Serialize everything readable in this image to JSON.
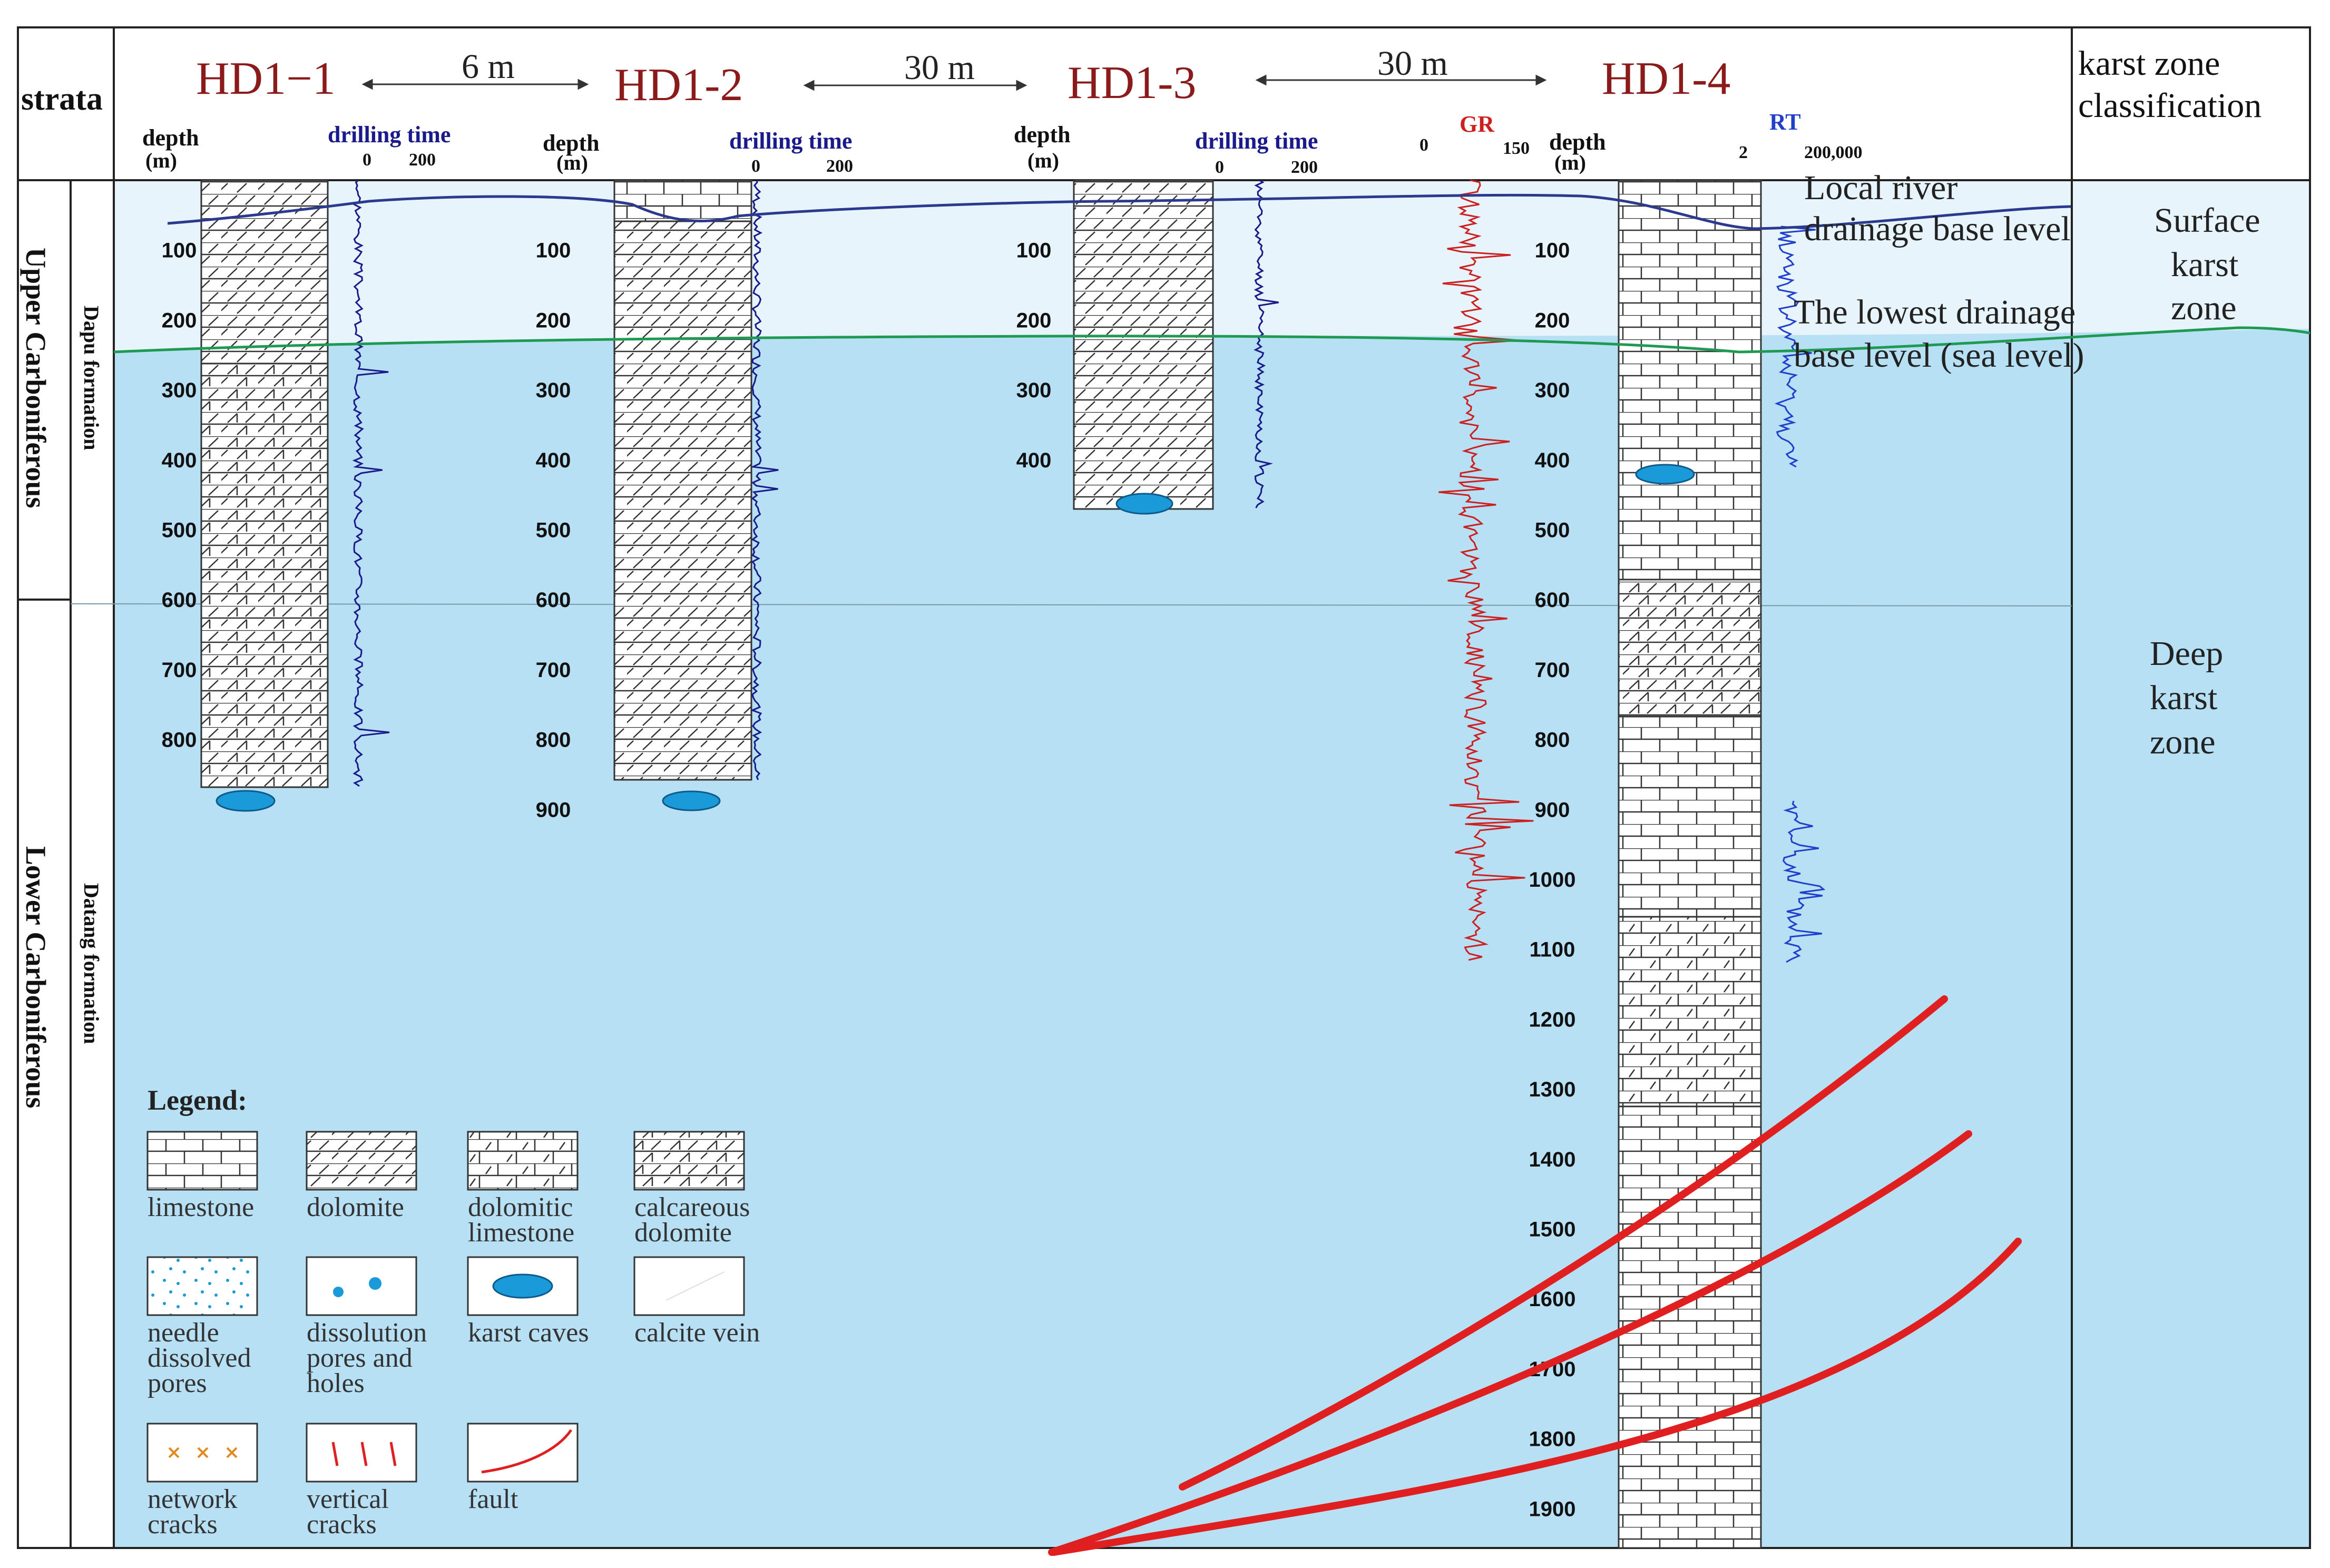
{
  "header": {
    "strata_label": "strata",
    "karst_label": [
      "karst zone",
      "classification"
    ]
  },
  "wells": [
    {
      "name": "HD1−1",
      "depth_label": [
        "depth",
        "(m)"
      ],
      "log_title": "drilling time",
      "log_scale": [
        "0",
        "200"
      ],
      "depth_ticks": [
        "100",
        "200",
        "300",
        "400",
        "500",
        "600",
        "700",
        "800"
      ]
    },
    {
      "name": "HD1-2",
      "depth_label": [
        "depth",
        "(m)"
      ],
      "log_title": "drilling time",
      "log_scale": [
        "0",
        "200"
      ],
      "depth_ticks": [
        "100",
        "200",
        "300",
        "400",
        "500",
        "600",
        "700",
        "800",
        "900"
      ]
    },
    {
      "name": "HD1-3",
      "depth_label": [
        "depth",
        "(m)"
      ],
      "log_title": "drilling time",
      "log_scale": [
        "0",
        "200"
      ],
      "depth_ticks": [
        "100",
        "200",
        "300",
        "400"
      ]
    },
    {
      "name": "HD1-4",
      "depth_label": [
        "depth",
        "(m)"
      ],
      "gr_title": "GR",
      "gr_scale": [
        "0",
        "150"
      ],
      "rt_title": "RT",
      "rt_scale": [
        "2",
        "200,000"
      ],
      "depth_ticks": [
        "100",
        "200",
        "300",
        "400",
        "500",
        "600",
        "700",
        "800",
        "900",
        "1000",
        "1100",
        "1200",
        "1300",
        "1400",
        "1500",
        "1600",
        "1700",
        "1800",
        "1900"
      ]
    }
  ],
  "spacings": [
    "6 m",
    "30 m",
    "30 m"
  ],
  "strata": {
    "upper": "Upper Carboniferous",
    "lower": "Lower Carboniferous",
    "dapu": "Dapu formation",
    "datang": "Datang formation"
  },
  "annotations": {
    "river_base": [
      "Local  river",
      "drainage base level"
    ],
    "sea_level": [
      "The lowest drainage",
      "base level (sea level)"
    ]
  },
  "zones": {
    "surface": [
      "Surface",
      "karst",
      "zone"
    ],
    "deep": [
      "Deep",
      "karst",
      "zone"
    ]
  },
  "legend": {
    "title": "Legend:",
    "items": [
      {
        "key": "limestone",
        "label": [
          "limestone"
        ]
      },
      {
        "key": "dolomite",
        "label": [
          "dolomite"
        ]
      },
      {
        "key": "dolomitic-limestone",
        "label": [
          "dolomitic",
          "limestone"
        ]
      },
      {
        "key": "calcareous-dolomite",
        "label": [
          "calcareous",
          "dolomite"
        ]
      },
      {
        "key": "needle-pores",
        "label": [
          "needle",
          "dissolved",
          "pores"
        ]
      },
      {
        "key": "dissolution-pores",
        "label": [
          "dissolution",
          "pores and",
          " holes"
        ]
      },
      {
        "key": "karst-caves",
        "label": [
          "karst caves"
        ]
      },
      {
        "key": "calcite-vein",
        "label": [
          "calcite vein"
        ]
      },
      {
        "key": "network-cracks",
        "label": [
          "network",
          "cracks"
        ]
      },
      {
        "key": "vertical-cracks",
        "label": [
          "vertical",
          "cracks"
        ]
      },
      {
        "key": "fault",
        "label": [
          "fault"
        ]
      }
    ]
  },
  "colors": {
    "surface_zone": "#e8f4fb",
    "deep_zone": "#b8e0f4",
    "river_line": "#2b3a8e",
    "sea_line": "#1f9a52",
    "well_name": "#8b1a1a",
    "log_title": "#1a1a8a",
    "gr_curve": "#cc1f1f",
    "rt_curve": "#1f3fcc",
    "cave": "#1a9ad8",
    "crack": "#e08a20",
    "fault": "#e02020"
  }
}
